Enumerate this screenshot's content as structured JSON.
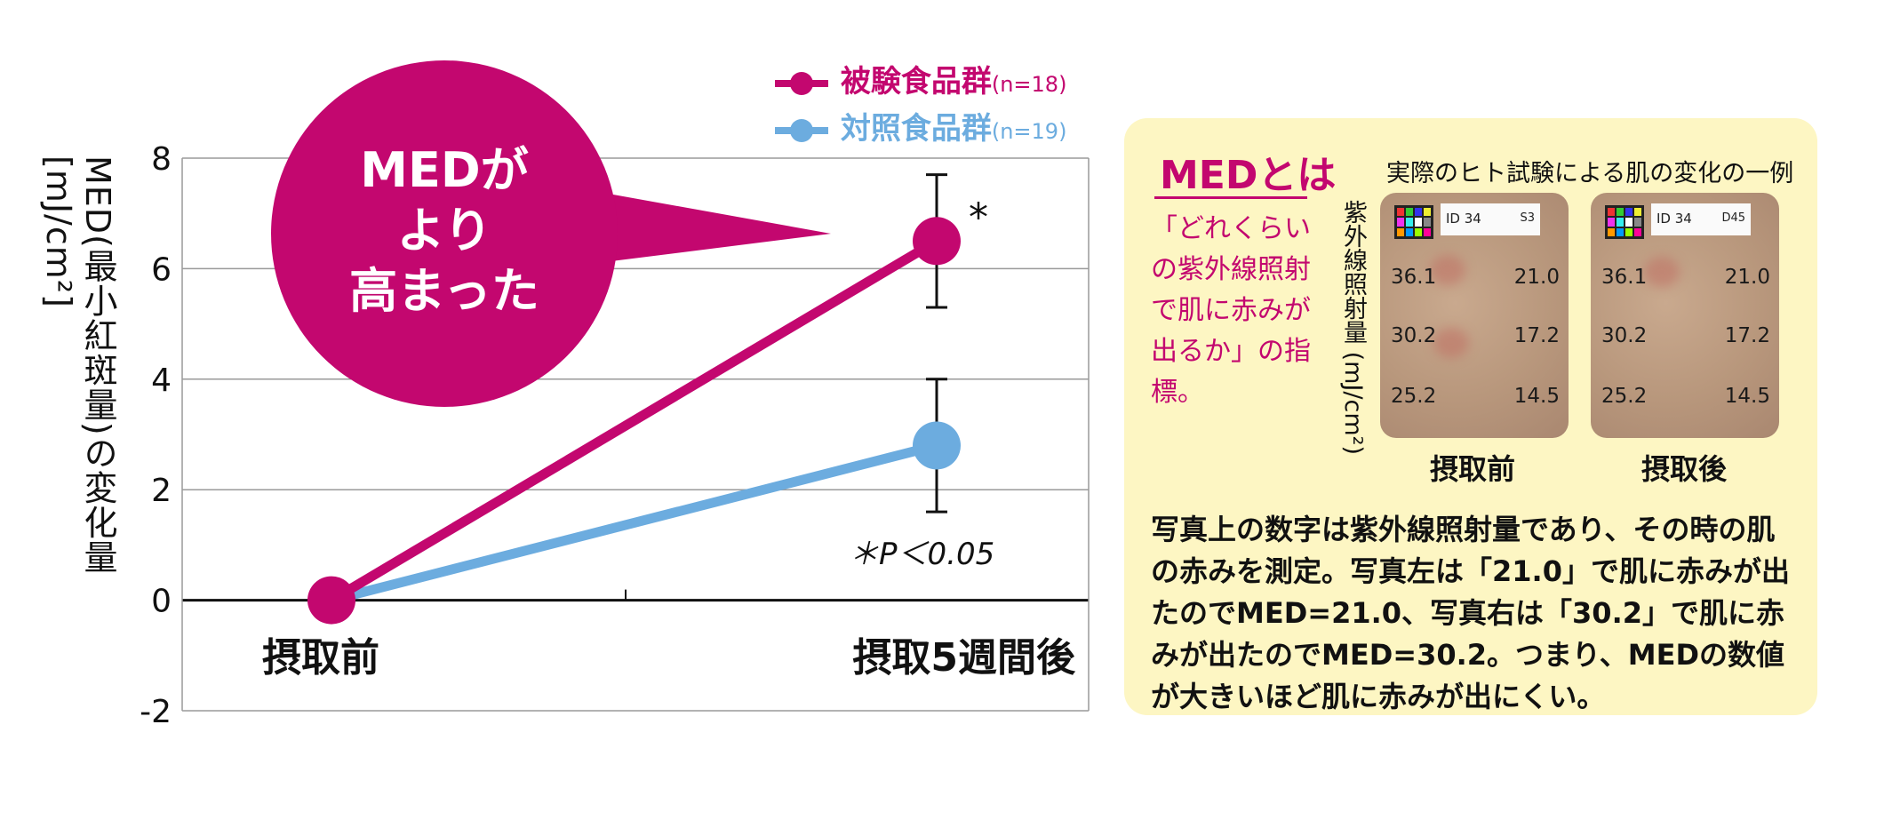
{
  "chart_data": {
    "type": "line",
    "categories": [
      "摂取前",
      "摂取5週間後"
    ],
    "ylabel": "MED(最小紅斑量)の変化量 [mJ/cm²]",
    "ylim": [
      -2,
      8
    ],
    "yticks": [
      "8",
      "6",
      "4",
      "2",
      "0",
      "-2"
    ],
    "grid": true,
    "legend_placement": "top-right",
    "series": [
      {
        "name": "被験食品群",
        "n": "(n=18)",
        "values": [
          0,
          6.5
        ],
        "error_upper": [
          0,
          7.7
        ],
        "error_lower": [
          0,
          5.3
        ],
        "color": "#c3076f"
      },
      {
        "name": "対照食品群",
        "n": "(n=19)",
        "values": [
          0,
          2.8
        ],
        "error_upper": [
          0,
          4.0
        ],
        "error_lower": [
          0,
          1.6
        ],
        "color": "#6cacdf"
      }
    ],
    "significance_mark": "*",
    "significance_note": "＊P＜0.05",
    "callout": "MEDが\nより\n高まった"
  },
  "colors": {
    "accent": "#c3076f",
    "control": "#6cacdf",
    "panel_bg": "#fdf6c3"
  },
  "panel": {
    "title": "MEDとは",
    "definition": "「どれくらいの紫外線照射で肌に赤みが出るか」の指標。",
    "photo_caption": "実際のヒト試験による肌の変化の一例",
    "photo_ylabel": "紫外線照射量 (mJ/cm²)",
    "photos": [
      {
        "label": "摂取前",
        "tag_id": "ID 34",
        "tag_code": "S3",
        "values": [
          "36.1",
          "21.0",
          "30.2",
          "17.2",
          "25.2",
          "14.5"
        ]
      },
      {
        "label": "摂取後",
        "tag_id": "ID 34",
        "tag_code": "D45",
        "values": [
          "36.1",
          "21.0",
          "30.2",
          "17.2",
          "25.2",
          "14.5"
        ]
      }
    ],
    "body": "写真上の数字は紫外線照射量であり、その時の肌の赤みを測定。写真左は「21.0」で肌に赤みが出たのでMED=21.0、写真右は「30.2」で肌に赤みが出たのでMED=30.2。つまり、MEDの数値が大きいほど肌に赤みが出にくい。"
  }
}
